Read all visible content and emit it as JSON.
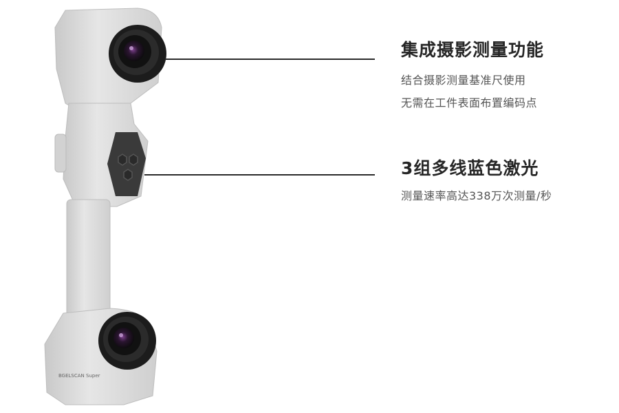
{
  "product": {
    "model_label": "BGELSCAN Super"
  },
  "features": [
    {
      "title": "集成摄影测量功能",
      "lines": [
        "结合摄影测量基准尺使用",
        "无需在工件表面布置编码点"
      ]
    },
    {
      "title": "3组多线蓝色激光",
      "lines": [
        "测量速率高达338万次测量/秒"
      ]
    }
  ],
  "colors": {
    "body": "#dcdcdc",
    "lens_ring": "#1c1c1c",
    "laser_module": "#3a3a3a",
    "text_title": "#262626",
    "text_body": "#555555"
  }
}
